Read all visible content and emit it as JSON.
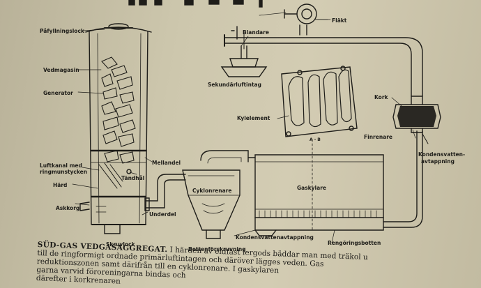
{
  "labels": {
    "pafyllningslock": "Påfyllningslock",
    "vedmagasin": "Vedmagasin",
    "generator": "Generator",
    "luftkanal_line1": "Luftkanal med",
    "luftkanal_line2": "ringmunstycken",
    "hard": "Härd",
    "askkorg": "Askkorg",
    "skruvlock": "Skruvlock",
    "underdel": "Underdel",
    "tandhal": "Tändhål",
    "mellandel": "Mellandel",
    "cyklonrenare": "Cyklonrenare",
    "bottenforskruvning": "Bottenförskruvning",
    "blandare": "Blandare",
    "sekundarluftintag": "Sekundärluftintag",
    "flakt": "Fläkt",
    "kylelement": "Kylelement",
    "section_mark": "A - B",
    "kork": "Kork",
    "finrenare": "Finrenare",
    "kondens_line1": "Kondensvatten-",
    "kondens_line2": "avtappning",
    "gaskylare": "Gaskylare",
    "kondensvattenavtappning": "Kondensvattenavtappning",
    "rengoringsbotten": "Rengöringsbotten"
  },
  "caption": {
    "heading": "SÜD-GAS VEDGASAGGREGAT.",
    "line1_rest": " I härden av eldfast lergods bäddar man med träkol u",
    "line2": "till de ringformigt ordnade primärluftintagen och däröver lägges veden. Gas",
    "line3": "reduktionszonen samt därifrån till en cyklonrenare. I gaskylaren",
    "line4": "garna varvid föroreningarna bindas och",
    "line5": "därefter i korkrenaren"
  }
}
